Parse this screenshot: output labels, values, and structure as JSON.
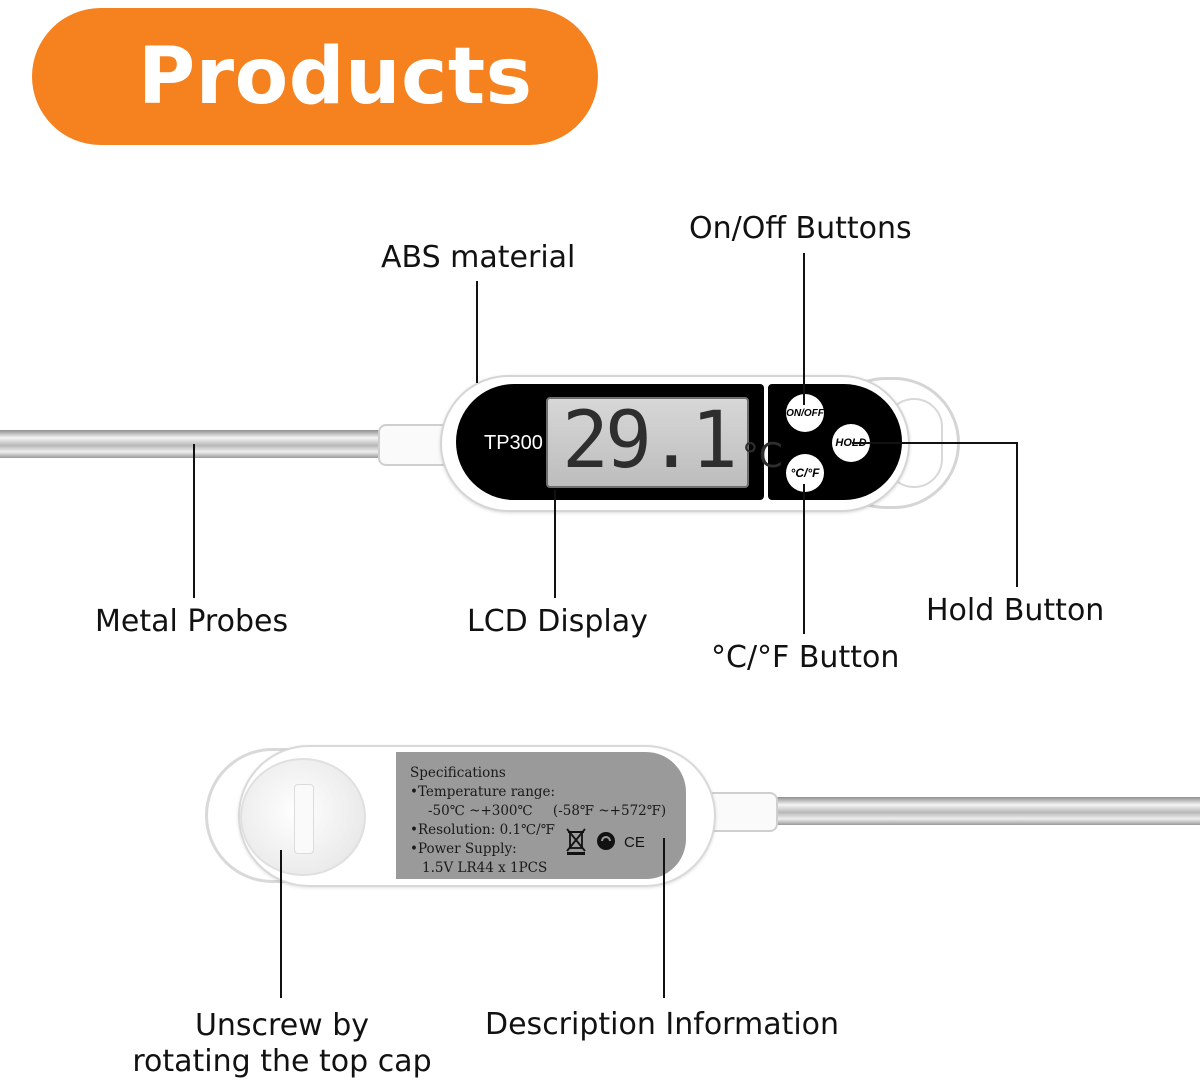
{
  "title": "Products",
  "labels": {
    "abs_material": "ABS material",
    "on_off_buttons": "On/Off Buttons",
    "metal_probes": "Metal Probes",
    "lcd_display": "LCD Display",
    "hold_button": "Hold Button",
    "unit_button": "°C/°F Button",
    "unscrew_line1": "Unscrew by",
    "unscrew_line2": "rotating the top cap",
    "description": "Description Information"
  },
  "device": {
    "model": "TP300",
    "reading": "29.1",
    "unit": "°C",
    "buttons": {
      "on_off": "ON/OFF",
      "hold": "HOLD",
      "unit_toggle": "°C/°F"
    }
  },
  "specifications": {
    "heading": "Specifications",
    "temp_label": "•Temperature range:",
    "temp_c": "-50℃ ~+300℃",
    "temp_f": "(-58℉ ~+572℉)",
    "resolution": "•Resolution: 0.1℃/℉",
    "power_label": "•Power Supply:",
    "power_value": "1.5V LR44 x 1PCS",
    "marks": [
      "weee-bin-icon",
      "recycle-icon",
      "ce-mark"
    ]
  },
  "colors": {
    "accent": "#f5821f",
    "device_face": "#000000",
    "lcd": "#c9c9c9",
    "spec_panel": "#9a9a9a"
  }
}
